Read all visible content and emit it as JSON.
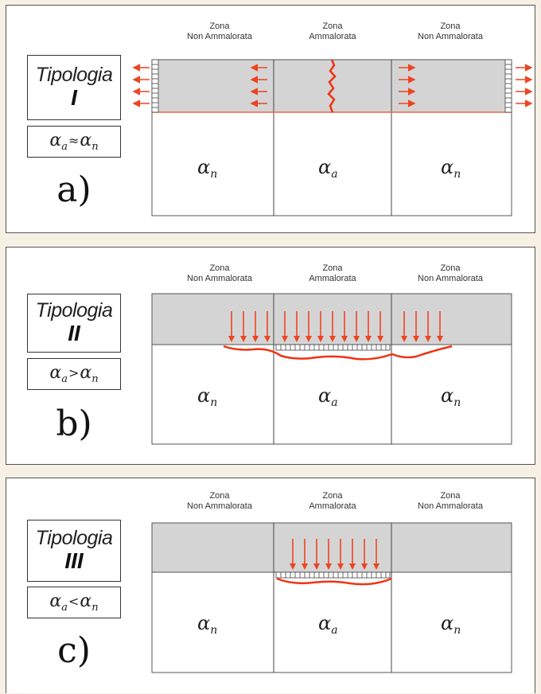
{
  "zone_labels": {
    "zona": "Zona",
    "non_ammalorata": "Non Ammalorata",
    "ammalorata": "Ammalorata"
  },
  "tipologia_word": "Tipologia",
  "alpha_symbol": "α",
  "alpha_sub_n": "n",
  "alpha_sub_a": "a",
  "colors": {
    "arrow": "#ee4422",
    "gray": "#d4d4d4",
    "crack": "#ee3311"
  },
  "panels": [
    {
      "roman": "I",
      "relation_op": "≈",
      "case_label": "a)"
    },
    {
      "roman": "II",
      "relation_op": ">",
      "case_label": "b)"
    },
    {
      "roman": "III",
      "relation_op": "<",
      "case_label": "c)"
    }
  ]
}
